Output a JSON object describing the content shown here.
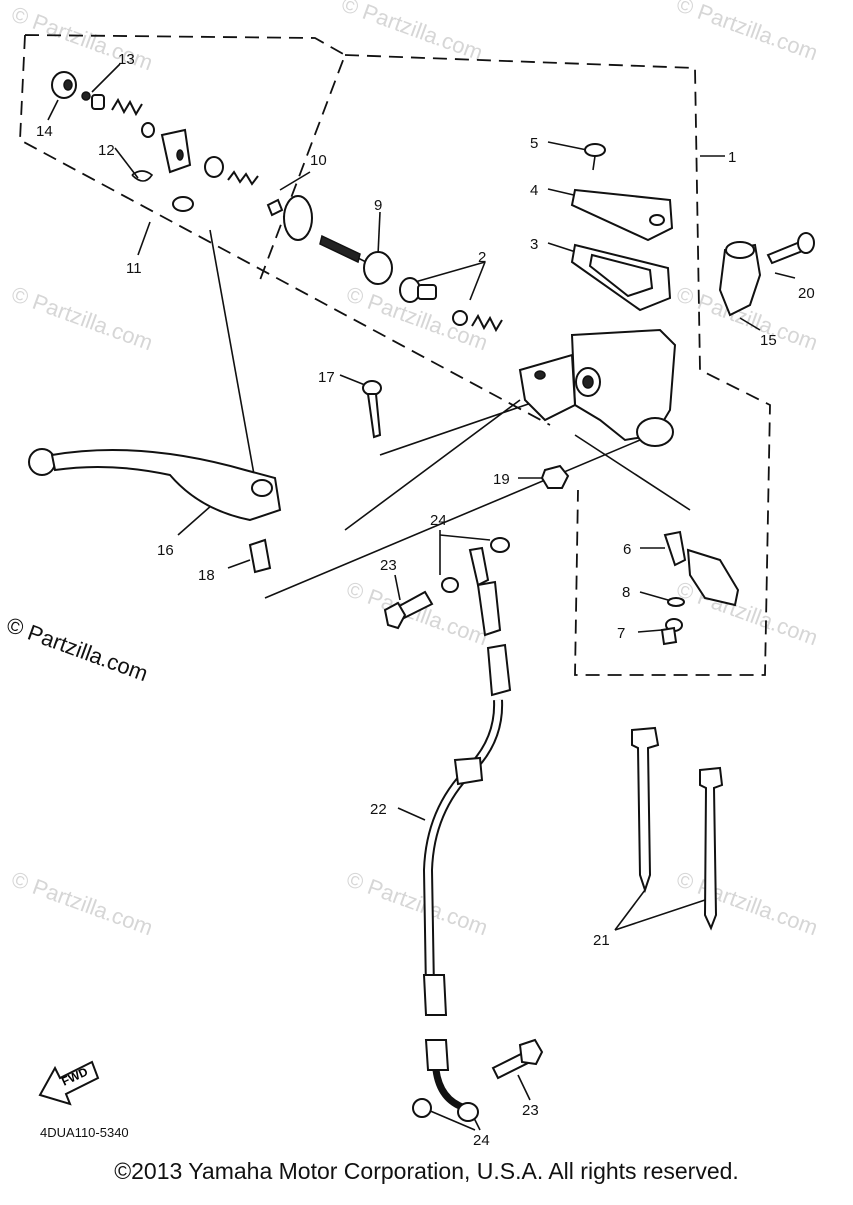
{
  "diagram": {
    "callouts": {
      "n1": "1",
      "n2": "2",
      "n3": "3",
      "n4": "4",
      "n5": "5",
      "n6": "6",
      "n7": "7",
      "n8": "8",
      "n9": "9",
      "n10": "10",
      "n11": "11",
      "n12": "12",
      "n13": "13",
      "n14": "14",
      "n15": "15",
      "n16": "16",
      "n17": "17",
      "n18": "18",
      "n19": "19",
      "n20": "20",
      "n21": "21",
      "n22": "22",
      "n23a": "23",
      "n23b": "23",
      "n24a": "24",
      "n24b": "24"
    },
    "fwd_label": "FWD",
    "diagram_code": "4DUA110-5340",
    "watermark_text": "© Partzilla.com",
    "partzilla_main": "© Partzilla.com",
    "copyright": "©2013 Yamaha Motor Corporation, U.S.A. All rights reserved."
  }
}
